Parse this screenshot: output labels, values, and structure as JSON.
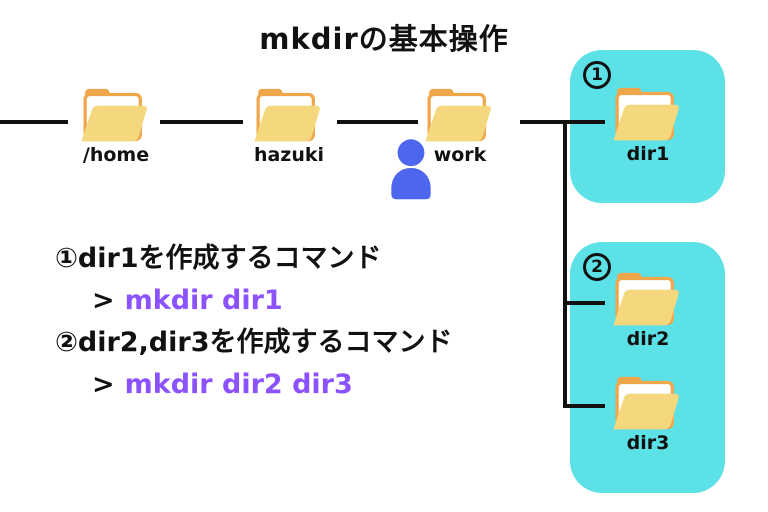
{
  "title": "mkdirの基本操作",
  "colors": {
    "group_box": "#5CE1E6",
    "command_text": "#8C52FF",
    "person_icon": "#4C66EE",
    "folder_tab": "#F0A64B",
    "folder_body": "#F5D87E",
    "connector_line": "#111111"
  },
  "tree": {
    "folders": [
      {
        "label": "/home"
      },
      {
        "label": "hazuki"
      },
      {
        "label": "work"
      }
    ]
  },
  "groups": [
    {
      "number": "1",
      "folders": [
        {
          "label": "dir1"
        }
      ]
    },
    {
      "number": "2",
      "folders": [
        {
          "label": "dir2"
        },
        {
          "label": "dir3"
        }
      ]
    }
  ],
  "commands": [
    {
      "heading": "①dir1を作成するコマンド",
      "prompt": ">",
      "command": "mkdir dir1"
    },
    {
      "heading": "②dir2,dir3を作成するコマンド",
      "prompt": ">",
      "command": "mkdir dir2 dir3"
    }
  ]
}
